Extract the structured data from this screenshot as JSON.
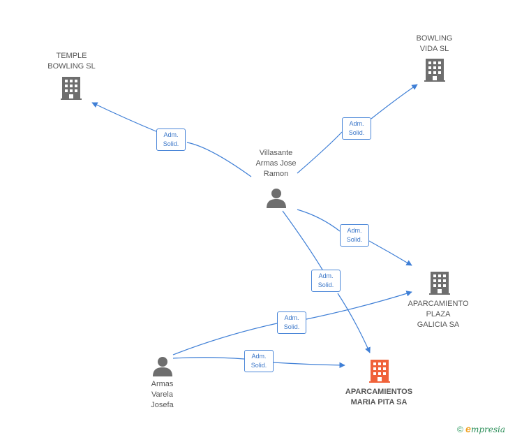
{
  "colors": {
    "edge": "#3f7fd6",
    "company": "#6e6e6e",
    "main_company": "#f0623a",
    "person": "#6e6e6e"
  },
  "nodes": {
    "temple": {
      "label": "TEMPLE\nBOWLING  SL",
      "type": "company",
      "icon": "building-icon"
    },
    "bowling_vida": {
      "label": "BOWLING\nVIDA  SL",
      "type": "company",
      "icon": "building-icon"
    },
    "villasante": {
      "label": "Villasante\nArmas Jose\nRamon",
      "type": "person",
      "icon": "person-icon"
    },
    "aparc_plaza": {
      "label": "APARCAMIENTO\nPLAZA\nGALICIA SA",
      "type": "company",
      "icon": "building-icon"
    },
    "aparc_maria": {
      "label": "APARCAMIENTOS\nMARIA PITA SA",
      "type": "main-company",
      "icon": "building-icon"
    },
    "armas_varela": {
      "label": "Armas\nVarela\nJosefa",
      "type": "person",
      "icon": "person-icon"
    }
  },
  "edges": [
    {
      "from": "villasante",
      "to": "temple",
      "label": "Adm.\nSolid."
    },
    {
      "from": "villasante",
      "to": "bowling_vida",
      "label": "Adm.\nSolid."
    },
    {
      "from": "villasante",
      "to": "aparc_plaza",
      "label": "Adm.\nSolid."
    },
    {
      "from": "villasante",
      "to": "aparc_maria",
      "label": "Adm.\nSolid."
    },
    {
      "from": "armas_varela",
      "to": "aparc_plaza",
      "label": "Adm.\nSolid."
    },
    {
      "from": "armas_varela",
      "to": "aparc_maria",
      "label": "Adm.\nSolid."
    }
  ],
  "footer": {
    "copyright": "©",
    "brand_e": "e",
    "brand_rest": "mpresia"
  }
}
